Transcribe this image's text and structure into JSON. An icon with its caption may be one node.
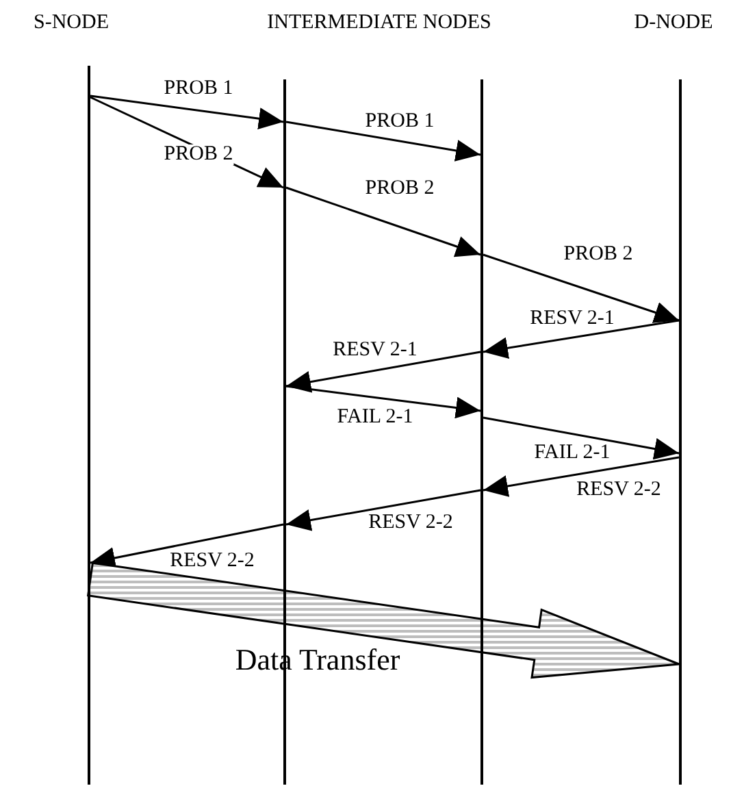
{
  "diagram": {
    "nodes": [
      {
        "text": [],
        "shape": "bar"
      },
      {
        "text": [],
        "shape": "bar"
      },
      {
        "text": [],
        "shape": "bar"
      },
      {
        "text": [],
        "shape": "bar"
      }
    ],
    "edges": [
      {
        "from": 0,
        "to": 1,
        "arrow": "to",
        "label": "PROB 1"
      },
      {
        "from": 1,
        "to": 2,
        "arrow": "to",
        "label": "PROB 1"
      },
      {
        "from": 0,
        "to": 1,
        "arrow": "to",
        "label": "PROB 2"
      },
      {
        "from": 1,
        "to": 2,
        "arrow": "to",
        "label": "PROB 2"
      },
      {
        "from": 2,
        "to": 3,
        "arrow": "to",
        "label": "PROB 2"
      },
      {
        "from": 3,
        "to": 2,
        "arrow": "to",
        "label": "RESV 2-1"
      },
      {
        "from": 2,
        "to": 1,
        "arrow": "to",
        "label": "RESV 2-1"
      },
      {
        "from": 1,
        "to": 2,
        "arrow": "to",
        "label": "FAIL 2-1"
      },
      {
        "from": 2,
        "to": 3,
        "arrow": "to",
        "label": "FAIL 2-1"
      },
      {
        "from": 3,
        "to": 2,
        "arrow": "to",
        "label": "RESV 2-2"
      },
      {
        "from": 2,
        "to": 1,
        "arrow": "to",
        "label": "RESV 2-2"
      },
      {
        "from": 1,
        "to": 0,
        "arrow": "to",
        "label": "RESV 2-2"
      },
      {
        "from": 0,
        "to": 3,
        "arrow": "to",
        "label": "Data Transfer",
        "style": "thick"
      }
    ],
    "labels": [
      "S-NODE",
      "INTERMEDIATE NODES",
      "D-NODE"
    ]
  }
}
